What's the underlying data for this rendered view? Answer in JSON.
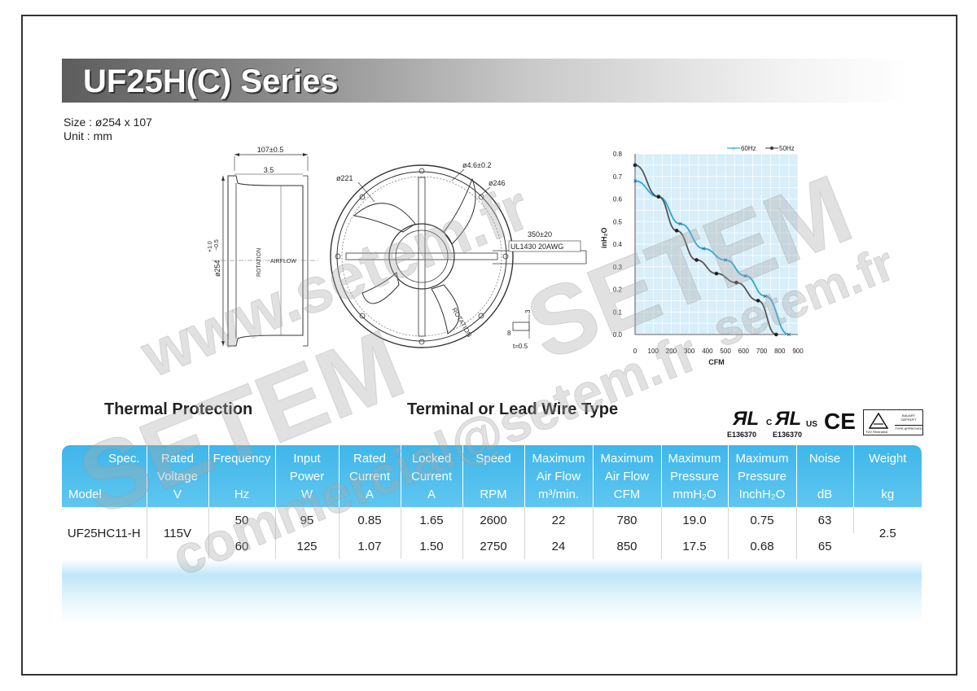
{
  "title": "UF25H(C) Series",
  "size_line": "Size : ø254 x 107",
  "unit_line": "Unit  : mm",
  "drawing": {
    "dim_depth": "107±0.5",
    "dim_flange": "3.5",
    "dim_diameter": "ø254",
    "dim_tol_plus": "+1.0",
    "dim_tol_minus": "−0.5",
    "dim_inner": "ø221",
    "dim_hole": "ø4.6±0.2",
    "dim_outer": "ø246",
    "lead_length": "350±20",
    "lead_type": "UL1430 20AWG",
    "rotation_label": "ROTATION",
    "airflow_label": "AIRFLOW",
    "terminal_dim_3": "3",
    "terminal_dim_8": "8",
    "terminal_thickness": "t=0.5"
  },
  "chart_data": {
    "type": "line",
    "xlabel": "CFM",
    "ylabel": "inH₂O",
    "xlim": [
      0,
      900
    ],
    "ylim": [
      0,
      0.8
    ],
    "x_ticks": [
      "0",
      "100",
      "200",
      "300",
      "400",
      "500",
      "600",
      "700",
      "800",
      "900"
    ],
    "y_ticks": [
      "0.0",
      "0.1",
      "0.2",
      "0.3",
      "0.4",
      "0.5",
      "0.6",
      "0.7",
      "0.8"
    ],
    "grid": true,
    "legend_position": "top-right",
    "series": [
      {
        "name": "60Hz",
        "color": "#29a8dc",
        "marker": "x",
        "x": [
          0,
          130,
          250,
          380,
          500,
          610,
          720,
          850
        ],
        "y": [
          0.68,
          0.61,
          0.49,
          0.38,
          0.33,
          0.26,
          0.17,
          0.0
        ]
      },
      {
        "name": "50Hz",
        "color": "#555555",
        "marker": "dot",
        "x": [
          0,
          130,
          230,
          340,
          450,
          560,
          680,
          780
        ],
        "y": [
          0.75,
          0.61,
          0.46,
          0.33,
          0.27,
          0.23,
          0.15,
          0.0
        ]
      }
    ]
  },
  "sections": {
    "thermal": "Thermal Protection",
    "terminal": "Terminal or Lead Wire Type"
  },
  "certs": {
    "ul_number": "E136370",
    "cul_number": "E136370",
    "cul_c": "C",
    "cul_us": "US",
    "ce": "CE",
    "tuv_top": "BAUART GEPRÜFT",
    "tuv_bottom": "TYPE APPROVED",
    "tuv_name": "TÜV Rheinland"
  },
  "table": {
    "spec_label": "Spec.",
    "model_label": "Model",
    "headers": [
      {
        "l1": "Rated",
        "l2": "Voltage",
        "l3": "V"
      },
      {
        "l1": "Frequency",
        "l2": "",
        "l3": "Hz"
      },
      {
        "l1": "Input",
        "l2": "Power",
        "l3": "W"
      },
      {
        "l1": "Rated",
        "l2": "Current",
        "l3": "A"
      },
      {
        "l1": "Locked",
        "l2": "Current",
        "l3": "A"
      },
      {
        "l1": "Speed",
        "l2": "",
        "l3": "RPM"
      },
      {
        "l1": "Maximum",
        "l2": "Air Flow",
        "l3": "m³/min."
      },
      {
        "l1": "Maximum",
        "l2": "Air Flow",
        "l3": "CFM"
      },
      {
        "l1": "Maximum",
        "l2": "Pressure",
        "l3": "mmH₂O"
      },
      {
        "l1": "Maximum",
        "l2": "Pressure",
        "l3": "InchH₂O"
      },
      {
        "l1": "Noise",
        "l2": "",
        "l3": "dB"
      },
      {
        "l1": "Weight",
        "l2": "",
        "l3": "kg"
      }
    ],
    "model": "UF25HC11-H",
    "voltage": "115V",
    "weight": "2.5",
    "rows": [
      {
        "hz": "50",
        "w": "95",
        "a": "0.85",
        "la": "1.65",
        "rpm": "2600",
        "m3": "22",
        "cfm": "780",
        "mm": "19.0",
        "inch": "0.75",
        "db": "63"
      },
      {
        "hz": "60",
        "w": "125",
        "a": "1.07",
        "la": "1.50",
        "rpm": "2750",
        "m3": "24",
        "cfm": "850",
        "mm": "17.5",
        "inch": "0.68",
        "db": "65"
      }
    ]
  },
  "watermarks": {
    "w1": "www.setem.fr",
    "w2": "SETEM",
    "w3": "SETEM",
    "w4": "commercial@setem.fr",
    "w5": "setem.fr"
  }
}
